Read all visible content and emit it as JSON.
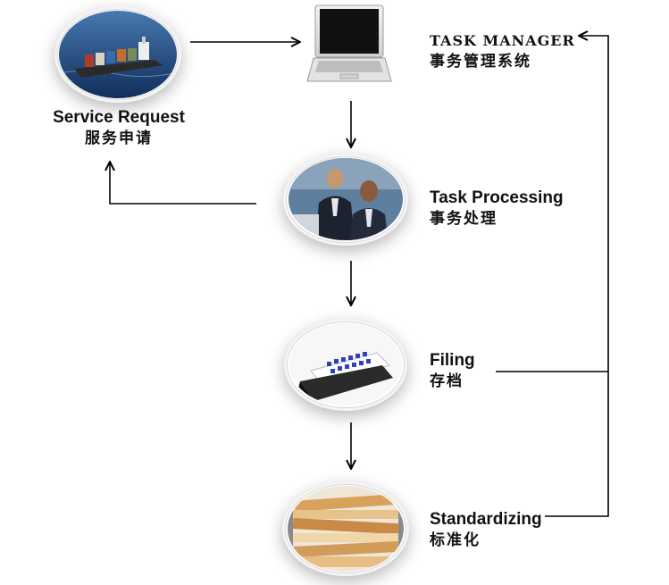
{
  "nodes": {
    "service_request": {
      "en": "Service Request",
      "zh": "服务申请",
      "picture": "cargo-ship"
    },
    "task_manager": {
      "en": "TASK MANAGER",
      "zh": "事务管理系统",
      "picture": "laptop"
    },
    "task_processing": {
      "en": "Task Processing",
      "zh": "事务处理",
      "picture": "business-people"
    },
    "filing": {
      "en": "Filing",
      "zh": "存档",
      "picture": "card-file"
    },
    "standardizing": {
      "en": "Standardizing",
      "zh": "标准化",
      "picture": "document-stack"
    }
  },
  "colors": {
    "arrow": "#000000",
    "text": "#111111"
  }
}
